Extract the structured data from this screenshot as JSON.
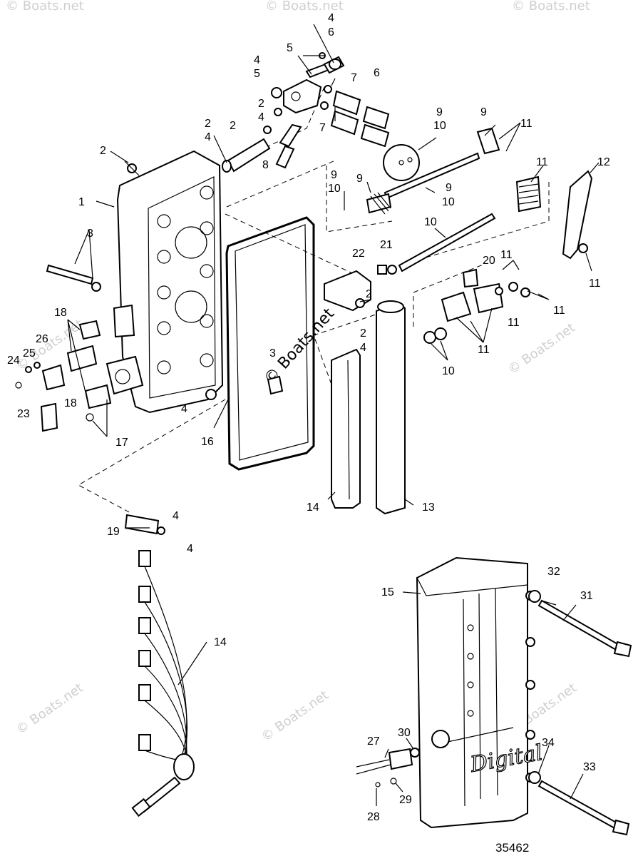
{
  "watermark": "© Boats.net",
  "figure_number": "35462",
  "cover_logo_text": "Digital",
  "callouts": {
    "c4a": "4",
    "c6a": "6",
    "c5a": "5",
    "c4b": "4",
    "c5b": "5",
    "c6b": "6",
    "c7a": "7",
    "c7b": "7",
    "c2a": "2",
    "c4c": "4",
    "c2b": "2",
    "c4d": "4",
    "c2c": "2",
    "c8": "8",
    "c9a": "9",
    "c10a": "10",
    "c9b": "9",
    "c11a": "11",
    "c9c": "9",
    "c10b": "10",
    "c9d": "9",
    "c9e": "9",
    "c10c": "10",
    "c11b": "11",
    "c12": "12",
    "c1": "1",
    "c3a": "3",
    "c10d": "10",
    "c21": "21",
    "c22": "22",
    "c20": "20",
    "c11c": "11",
    "c11d": "11",
    "c2d": "2",
    "c11e": "11",
    "c11f": "11",
    "c2e": "2",
    "c4e": "4",
    "c11g": "11",
    "c10e": "10",
    "c18a": "18",
    "c26": "26",
    "c25": "25",
    "c24": "24",
    "c18b": "18",
    "c23": "23",
    "c17": "17",
    "c3b": "3",
    "c4f": "4",
    "c16": "16",
    "c14a": "14",
    "c13": "13",
    "c19": "19",
    "c4g": "4",
    "c4h": "4",
    "c14b": "14",
    "c32": "32",
    "c15": "15",
    "c31": "31",
    "c27": "27",
    "c30": "30",
    "c34": "34",
    "c33": "33",
    "c29": "29",
    "c28": "28"
  }
}
